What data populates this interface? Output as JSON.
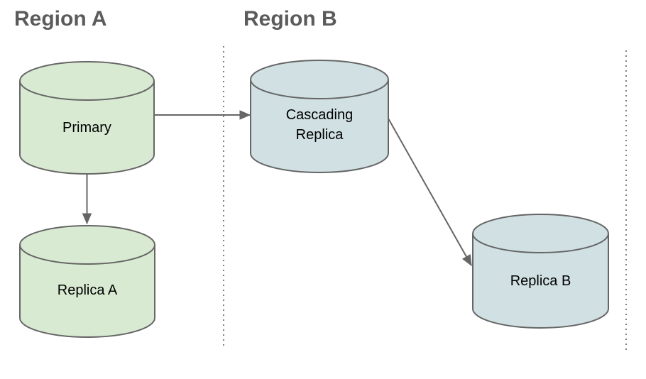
{
  "diagram": {
    "regions": [
      {
        "label": "Region A"
      },
      {
        "label": "Region B"
      }
    ],
    "nodes": [
      {
        "id": "primary",
        "label": "Primary",
        "shape": "database-cylinder",
        "region": "Region A",
        "fill": "#d9ead3"
      },
      {
        "id": "replica-a",
        "label": "Replica A",
        "shape": "database-cylinder",
        "region": "Region A",
        "fill": "#d9ead3"
      },
      {
        "id": "cascading-replica",
        "label": "Cascading Replica",
        "label_lines": [
          "Cascading",
          "Replica"
        ],
        "shape": "database-cylinder",
        "region": "Region B",
        "fill": "#d0e0e3"
      },
      {
        "id": "replica-b",
        "label": "Replica B",
        "shape": "database-cylinder",
        "region": "Region B",
        "fill": "#d0e0e3"
      }
    ],
    "edges": [
      {
        "from": "Primary",
        "to": "Cascading Replica",
        "style": "solid-arrow"
      },
      {
        "from": "Primary",
        "to": "Replica A",
        "style": "solid-arrow"
      },
      {
        "from": "Cascading Replica",
        "to": "Replica B",
        "style": "solid-arrow"
      }
    ],
    "colors": {
      "node_fill_green": "#d9ead3",
      "node_fill_blue": "#d0e0e3",
      "node_stroke": "#666666",
      "edge_stroke": "#666666",
      "region_title_text": "#5b5b5b",
      "label_text": "#000000",
      "divider_dots": "#7f7f7f",
      "background": "#ffffff"
    }
  }
}
